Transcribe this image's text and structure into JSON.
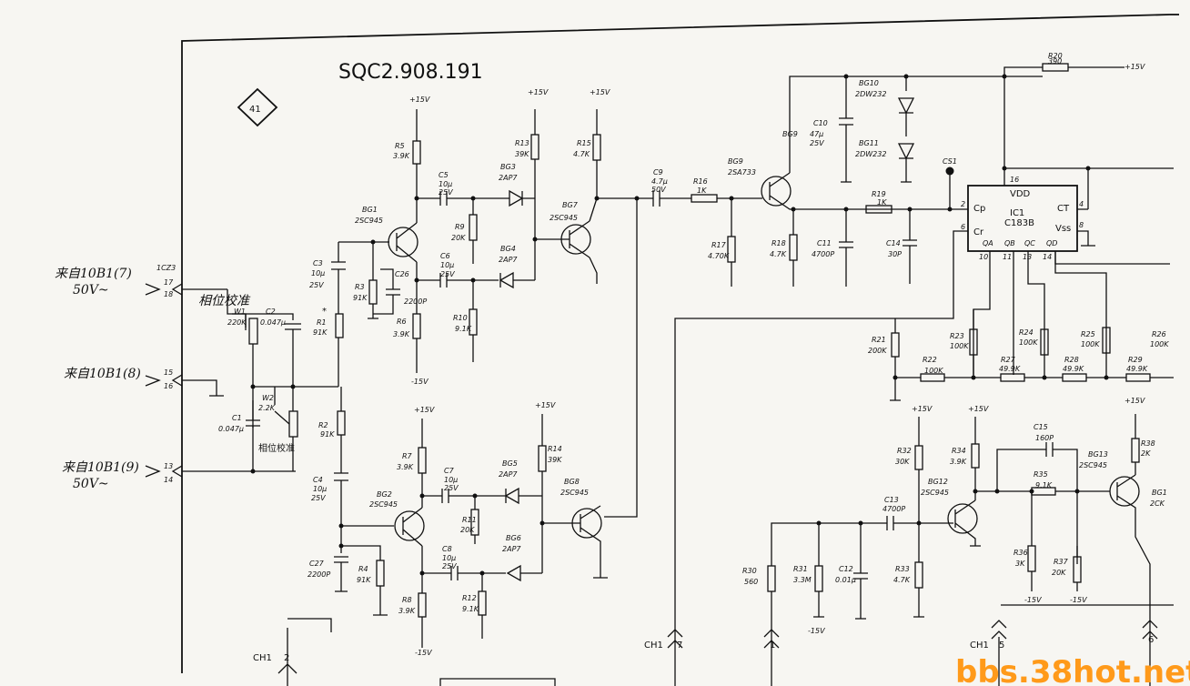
{
  "title": "SQC2.908.191",
  "sheet_no": "41",
  "watermark": "bbs.38hot.net",
  "inputs": {
    "in7_a": "来自10B1(7)",
    "in7_b": "50V~",
    "in8": "来自10B1(8)",
    "in9_a": "来自10B1(9)",
    "in9_b": "50V~",
    "pin_17": "17",
    "pin_18": "18",
    "pin_15": "15",
    "pin_16": "16",
    "pin_13": "13",
    "pin_14": "14",
    "conn": "1CZ3"
  },
  "phase_cal": "相位校准",
  "phase_cal2": "相位校准",
  "components": {
    "W1": [
      "W1",
      "220K"
    ],
    "C2": [
      "C2",
      "0.047μ"
    ],
    "W2": [
      "W2",
      "2.2K"
    ],
    "C1": [
      "C1",
      "0.047μ"
    ],
    "C3": [
      "C3",
      "10μ",
      "25V"
    ],
    "R3": [
      "R3",
      "91K"
    ],
    "C26": [
      "C26",
      "2200P"
    ],
    "R1": [
      "R1",
      "91K"
    ],
    "R2": [
      "R2",
      "91K"
    ],
    "C4": [
      "C4",
      "10μ",
      "25V"
    ],
    "C27": [
      "C27",
      "2200P"
    ],
    "R4": [
      "R4",
      "91K"
    ],
    "BG1": [
      "BG1",
      "2SC945"
    ],
    "BG2": [
      "BG2",
      "2SC945"
    ],
    "R5": [
      "R5",
      "3.9K"
    ],
    "R6": [
      "R6",
      "3.9K"
    ],
    "R7": [
      "R7",
      "3.9K"
    ],
    "R8": [
      "R8",
      "3.9K"
    ],
    "C5": [
      "C5",
      "10μ",
      "25V"
    ],
    "C6": [
      "C6",
      "10μ",
      "25V"
    ],
    "C7": [
      "C7",
      "10μ",
      "25V"
    ],
    "C8": [
      "C8",
      "10μ",
      "25V"
    ],
    "R9": [
      "R9",
      "20K"
    ],
    "R10": [
      "R10",
      "9.1K"
    ],
    "R11": [
      "R11",
      "20K"
    ],
    "R12": [
      "R12",
      "9.1K"
    ],
    "BG3": [
      "BG3",
      "2AP7"
    ],
    "BG4": [
      "BG4",
      "2AP7"
    ],
    "BG5": [
      "BG5",
      "2AP7"
    ],
    "BG6": [
      "BG6",
      "2AP7"
    ],
    "R13": [
      "R13",
      "39K"
    ],
    "R14": [
      "R14",
      "39K"
    ],
    "R15": [
      "R15",
      "4.7K"
    ],
    "BG7": [
      "BG7",
      "2SC945"
    ],
    "BG8": [
      "BG8",
      "2SC945"
    ],
    "C9": [
      "C9",
      "4.7μ",
      "50V"
    ],
    "R16": [
      "R16",
      "1K"
    ],
    "R17": [
      "R17",
      "4.70K"
    ],
    "BG9": [
      "BG9",
      "2SA733"
    ],
    "R18": [
      "R18",
      "4.7K"
    ],
    "C11": [
      "C11",
      "4700P"
    ],
    "C10": [
      "C10",
      "47μ",
      "25V"
    ],
    "BG10": [
      "BG10",
      "2DW232"
    ],
    "BG11": [
      "BG11",
      "2DW232"
    ],
    "R19": [
      "R19",
      "1K"
    ],
    "C14": [
      "C14",
      "30P"
    ],
    "R20": [
      "R20",
      "390"
    ],
    "IC1": [
      "IC1",
      "C183B"
    ],
    "CS1": "CS1",
    "R21": [
      "R21",
      "200K"
    ],
    "R22": [
      "R22",
      "100K"
    ],
    "R23": [
      "R23",
      "100K"
    ],
    "R24": [
      "R24",
      "100K"
    ],
    "R25": [
      "R25",
      "100K"
    ],
    "R26": [
      "R26",
      "100K"
    ],
    "R27": [
      "R27",
      "49.9K"
    ],
    "R28": [
      "R28",
      "49.9K"
    ],
    "R29": [
      "R29",
      "49.9K"
    ],
    "R30": [
      "R30",
      "560"
    ],
    "R31": [
      "R31",
      "3.3M"
    ],
    "C12": [
      "C12",
      "0.01μ"
    ],
    "C13": [
      "C13",
      "4700P"
    ],
    "R32": [
      "R32",
      "30K"
    ],
    "R33": [
      "R33",
      "4.7K"
    ],
    "R34": [
      "R34",
      "3.9K"
    ],
    "BG12": [
      "BG12",
      "2SC945"
    ],
    "C15": [
      "C15",
      "160P"
    ],
    "R35": [
      "R35",
      "9.1K"
    ],
    "R36": [
      "R36",
      "3K"
    ],
    "R37": [
      "R37",
      "20K"
    ],
    "BG13": [
      "BG13",
      "2SC945"
    ],
    "R38": [
      "R38",
      "2K"
    ],
    "BG1b": [
      "BG1",
      "2CK"
    ]
  },
  "ic_pins": {
    "vdd": "VDD",
    "cp": "Cp",
    "cr": "Cr",
    "ct": "CT",
    "vss": "Vss",
    "qa": "QA",
    "qb": "QB",
    "qc": "QC",
    "qd": "QD",
    "p16": "16",
    "p2": "2",
    "p6": "6",
    "p4": "4",
    "p8": "8",
    "p10": "10",
    "p11": "11",
    "p13": "13",
    "p14": "14"
  },
  "supplies": {
    "p15": "+15V",
    "n15": "-15V"
  },
  "channels": {
    "ch1_2": "CH1",
    "n2": "2",
    "ch1_7": "CH1",
    "n7": "7",
    "n1": "1",
    "ch1_5": "CH1",
    "n5": "5",
    "n6": "6"
  },
  "star": "*"
}
